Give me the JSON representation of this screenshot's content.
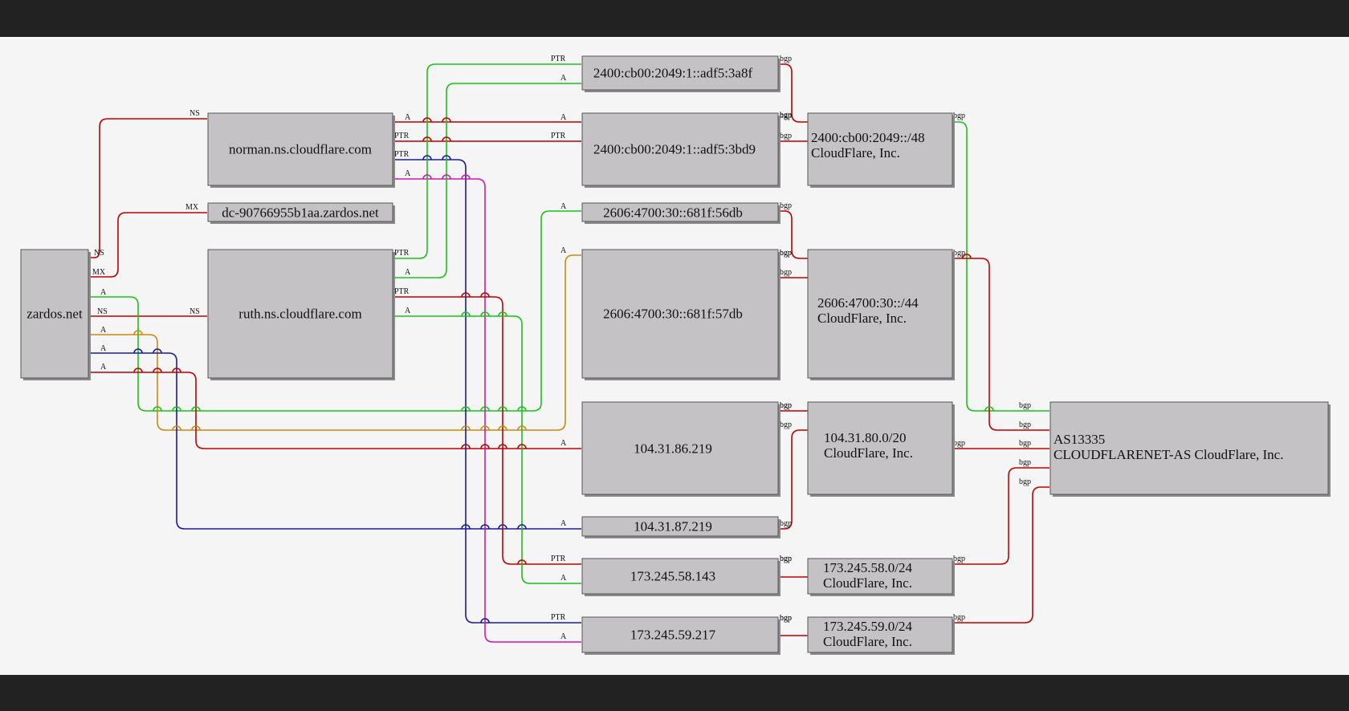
{
  "colors": {
    "red": "#c00000",
    "green": "#19c219",
    "blue": "#1a1aa0",
    "orange": "#c88a10",
    "magenta": "#d018b0",
    "node_fill": "#c4c2c5",
    "background": "#f4f5f4",
    "frame": "#222222"
  },
  "nodes": {
    "zardos": {
      "lines": [
        "zardos.net"
      ]
    },
    "norman": {
      "lines": [
        "norman.ns.cloudflare.com"
      ]
    },
    "dc": {
      "lines": [
        "dc-90766955b1aa.zardos.net"
      ]
    },
    "ruth": {
      "lines": [
        "ruth.ns.cloudflare.com"
      ]
    },
    "ip6_3a8f": {
      "lines": [
        "2400:cb00:2049:1::adf5:3a8f"
      ]
    },
    "ip6_3bd9": {
      "lines": [
        "2400:cb00:2049:1::adf5:3bd9"
      ]
    },
    "ip6_56db": {
      "lines": [
        "2606:4700:30::681f:56db"
      ]
    },
    "ip6_57db": {
      "lines": [
        "2606:4700:30::681f:57db"
      ]
    },
    "ip4_86": {
      "lines": [
        "104.31.86.219"
      ]
    },
    "ip4_87": {
      "lines": [
        "104.31.87.219"
      ]
    },
    "ip4_58": {
      "lines": [
        "173.245.58.143"
      ]
    },
    "ip4_59": {
      "lines": [
        "173.245.59.217"
      ]
    },
    "net_2400": {
      "lines": [
        "2400:cb00:2049::/48",
        "CloudFlare, Inc."
      ]
    },
    "net_2606": {
      "lines": [
        "2606:4700:30::/44",
        "CloudFlare, Inc."
      ]
    },
    "net_104": {
      "lines": [
        "104.31.80.0/20",
        "CloudFlare, Inc."
      ]
    },
    "net_58": {
      "lines": [
        "173.245.58.0/24",
        "CloudFlare, Inc."
      ]
    },
    "net_59": {
      "lines": [
        "173.245.59.0/24",
        "CloudFlare, Inc."
      ]
    },
    "as": {
      "lines": [
        "AS13335",
        "CLOUDFLARENET-AS CloudFlare, Inc."
      ]
    }
  },
  "edges": [
    {
      "id": "zardos-norman-ns",
      "color": "red",
      "labels": [
        "NS",
        "NS"
      ]
    },
    {
      "id": "zardos-dc-mx",
      "color": "red",
      "labels": [
        "MX",
        "MX"
      ]
    },
    {
      "id": "zardos-ruth-ns",
      "color": "red",
      "labels": [
        "NS",
        "NS"
      ]
    },
    {
      "id": "zardos-56db-a",
      "color": "green",
      "labels": [
        "A",
        "A"
      ]
    },
    {
      "id": "zardos-57db-a",
      "color": "orange",
      "labels": [
        "A",
        "A"
      ]
    },
    {
      "id": "zardos-87-a",
      "color": "blue",
      "labels": [
        "A",
        "A"
      ]
    },
    {
      "id": "zardos-86-a",
      "color": "red",
      "labels": [
        "A",
        "A"
      ]
    },
    {
      "id": "norman-3bd9-a",
      "color": "red",
      "labels": [
        "A",
        "A"
      ]
    },
    {
      "id": "norman-3bd9-ptr",
      "color": "red",
      "labels": [
        "PTR",
        "PTR"
      ]
    },
    {
      "id": "norman-59-ptr",
      "color": "blue",
      "labels": [
        "PTR",
        "PTR"
      ]
    },
    {
      "id": "norman-59-a",
      "color": "magenta",
      "labels": [
        "A",
        "A"
      ]
    },
    {
      "id": "ruth-3a8f-ptr",
      "color": "green",
      "labels": [
        "PTR",
        "PTR"
      ]
    },
    {
      "id": "ruth-3a8f-a",
      "color": "green",
      "labels": [
        "A",
        "A"
      ]
    },
    {
      "id": "ruth-58-ptr",
      "color": "red",
      "labels": [
        "PTR",
        "PTR"
      ]
    },
    {
      "id": "ruth-58-a",
      "color": "green",
      "labels": [
        "A",
        "A"
      ]
    },
    {
      "id": "3a8f-net2400-bgp",
      "color": "red",
      "labels": [
        "bgp",
        "bgp"
      ]
    },
    {
      "id": "3bd9-net2400-bgp",
      "color": "red",
      "labels": [
        "bgp",
        "bgp"
      ]
    },
    {
      "id": "56db-net2606-bgp",
      "color": "red",
      "labels": [
        "bgp",
        "bgp"
      ]
    },
    {
      "id": "57db-net2606-bgp",
      "color": "red",
      "labels": [
        "bgp",
        "bgp"
      ]
    },
    {
      "id": "86-net104-bgp",
      "color": "red",
      "labels": [
        "bgp",
        "bgp"
      ]
    },
    {
      "id": "87-net104-bgp",
      "color": "red",
      "labels": [
        "bgp",
        "bgp"
      ]
    },
    {
      "id": "58-net58-bgp",
      "color": "red",
      "labels": [
        "bgp",
        "bgp"
      ]
    },
    {
      "id": "59-net59-bgp",
      "color": "red",
      "labels": [
        "bgp",
        "bgp"
      ]
    },
    {
      "id": "net2400-as-bgp",
      "color": "green",
      "labels": [
        "bgp",
        "bgp"
      ]
    },
    {
      "id": "net2606-as-bgp",
      "color": "red",
      "labels": [
        "bgp",
        "bgp"
      ]
    },
    {
      "id": "net104-as-bgp",
      "color": "red",
      "labels": [
        "bgp",
        "bgp"
      ]
    },
    {
      "id": "net58-as-bgp",
      "color": "red",
      "labels": [
        "bgp",
        "bgp"
      ]
    },
    {
      "id": "net59-as-bgp",
      "color": "red",
      "labels": [
        "bgp",
        "bgp"
      ]
    }
  ]
}
